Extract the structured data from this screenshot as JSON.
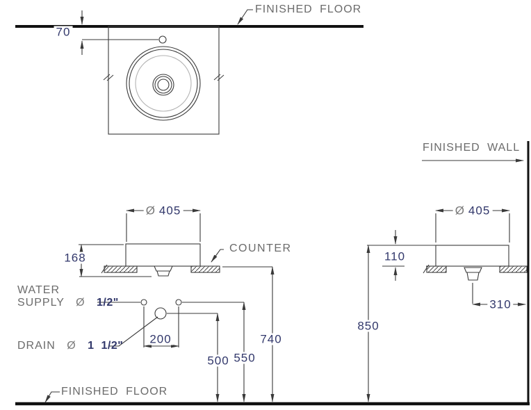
{
  "colors": {
    "line": "#3a3a3a",
    "thick_line": "#111111",
    "light_line": "#b3b3b3",
    "label_text": "#6b6b6b",
    "dimension_text": "#32386b"
  },
  "labels": {
    "finished_floor_top": "FINISHED FLOOR",
    "finished_wall": "FINISHED WALL",
    "counter": "COUNTER",
    "water_supply_line1": "WATER",
    "water_supply_line2": "SUPPLY",
    "water_supply_sym": "Ø",
    "water_supply_size": "1/2\"",
    "drain_name": "DRAIN",
    "drain_sym": "Ø",
    "drain_size": "1 1/2\"",
    "finished_floor_bottom": "FINISHED FLOOR"
  },
  "dimensions": {
    "faucet_hole_offset": "70",
    "front_basin_diameter_sym": "Ø",
    "front_basin_diameter": "405",
    "front_basin_height": "168",
    "supply_spacing": "200",
    "drain_height": "500",
    "supply_height": "550",
    "counter_height": "740",
    "side_basin_diameter_sym": "Ø",
    "side_basin_diameter": "405",
    "rim_above_counter": "110",
    "drain_to_wall": "310",
    "rim_height": "850"
  }
}
